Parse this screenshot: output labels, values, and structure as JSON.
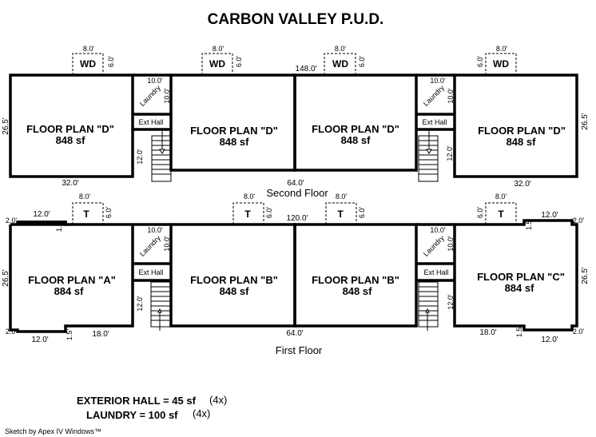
{
  "title": "CARBON VALLEY P.U.D.",
  "colors": {
    "line": "#000000",
    "background": "#ffffff"
  },
  "second_floor": {
    "label": "Second Floor",
    "overall_length": "148.0'",
    "center_span": "64.0'",
    "units": [
      {
        "name": "FLOOR PLAN \"D\"",
        "area": "848 sf",
        "width": "32.0'",
        "depth": "26.5'"
      },
      {
        "name": "FLOOR PLAN \"D\"",
        "area": "848 sf"
      },
      {
        "name": "FLOOR PLAN \"D\"",
        "area": "848 sf"
      },
      {
        "name": "FLOOR PLAN \"D\"",
        "area": "848 sf",
        "width": "32.0'",
        "depth": "26.5'"
      }
    ],
    "closets": [
      {
        "label": "WD",
        "width": "8.0'",
        "depth": "6.0'"
      },
      {
        "label": "WD",
        "width": "8.0'",
        "depth": "6.0'"
      },
      {
        "label": "WD",
        "width": "8.0'",
        "depth": "6.0'"
      },
      {
        "label": "WD",
        "width": "8.0'",
        "depth": "6.0'"
      }
    ]
  },
  "first_floor": {
    "label": "First Floor",
    "overall_length": "120.0'",
    "center_span": "64.0'",
    "units": [
      {
        "name": "FLOOR PLAN \"A\"",
        "area": "884 sf",
        "depth": "26.5'",
        "notch_depth": "2.0'",
        "notch_width": "12.0'",
        "notch_offset": "1.5'",
        "side": "18.0'"
      },
      {
        "name": "FLOOR PLAN \"B\"",
        "area": "848 sf"
      },
      {
        "name": "FLOOR PLAN \"B\"",
        "area": "848 sf"
      },
      {
        "name": "FLOOR PLAN \"C\"",
        "area": "884 sf",
        "depth": "26.5'",
        "notch_depth": "2.0'",
        "notch_width": "12.0'",
        "notch_offset": "1.5'",
        "side": "18.0'"
      }
    ],
    "closets": [
      {
        "label": "T",
        "width": "8.0'",
        "depth": "6.0'"
      },
      {
        "label": "T",
        "width": "8.0'",
        "depth": "6.0'"
      },
      {
        "label": "T",
        "width": "8.0'",
        "depth": "6.0'"
      },
      {
        "label": "T",
        "width": "8.0'",
        "depth": "6.0'"
      }
    ]
  },
  "core": {
    "laundry_label": "Laundry",
    "laundry_w": "10.0'",
    "laundry_d": "10.0'",
    "ext_hall_label": "Ext Hall",
    "stair_len": "12.0'"
  },
  "summary": {
    "ext_hall": "EXTERIOR HALL = 45 sf",
    "ext_hall_count": "(4x)",
    "laundry": "LAUNDRY = 100 sf",
    "laundry_count": "(4x)"
  },
  "credit": "Sketch by Apex IV Windows™"
}
